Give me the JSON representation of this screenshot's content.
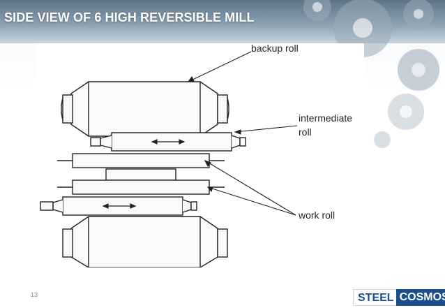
{
  "slide": {
    "title": "SIDE VIEW OF 6 HIGH REVERSIBLE MILL",
    "page_number": "13"
  },
  "diagram": {
    "labels": {
      "backup_roll": "backup roll",
      "intermediate_line1": "intermediate",
      "intermediate_line2": "roll",
      "work_roll": "work roll"
    }
  },
  "logo": {
    "part1": "STEEL",
    "part2": "COSMOS"
  },
  "colors": {
    "title_band": "#6f8598",
    "logo_blue": "#1a4f8c"
  }
}
